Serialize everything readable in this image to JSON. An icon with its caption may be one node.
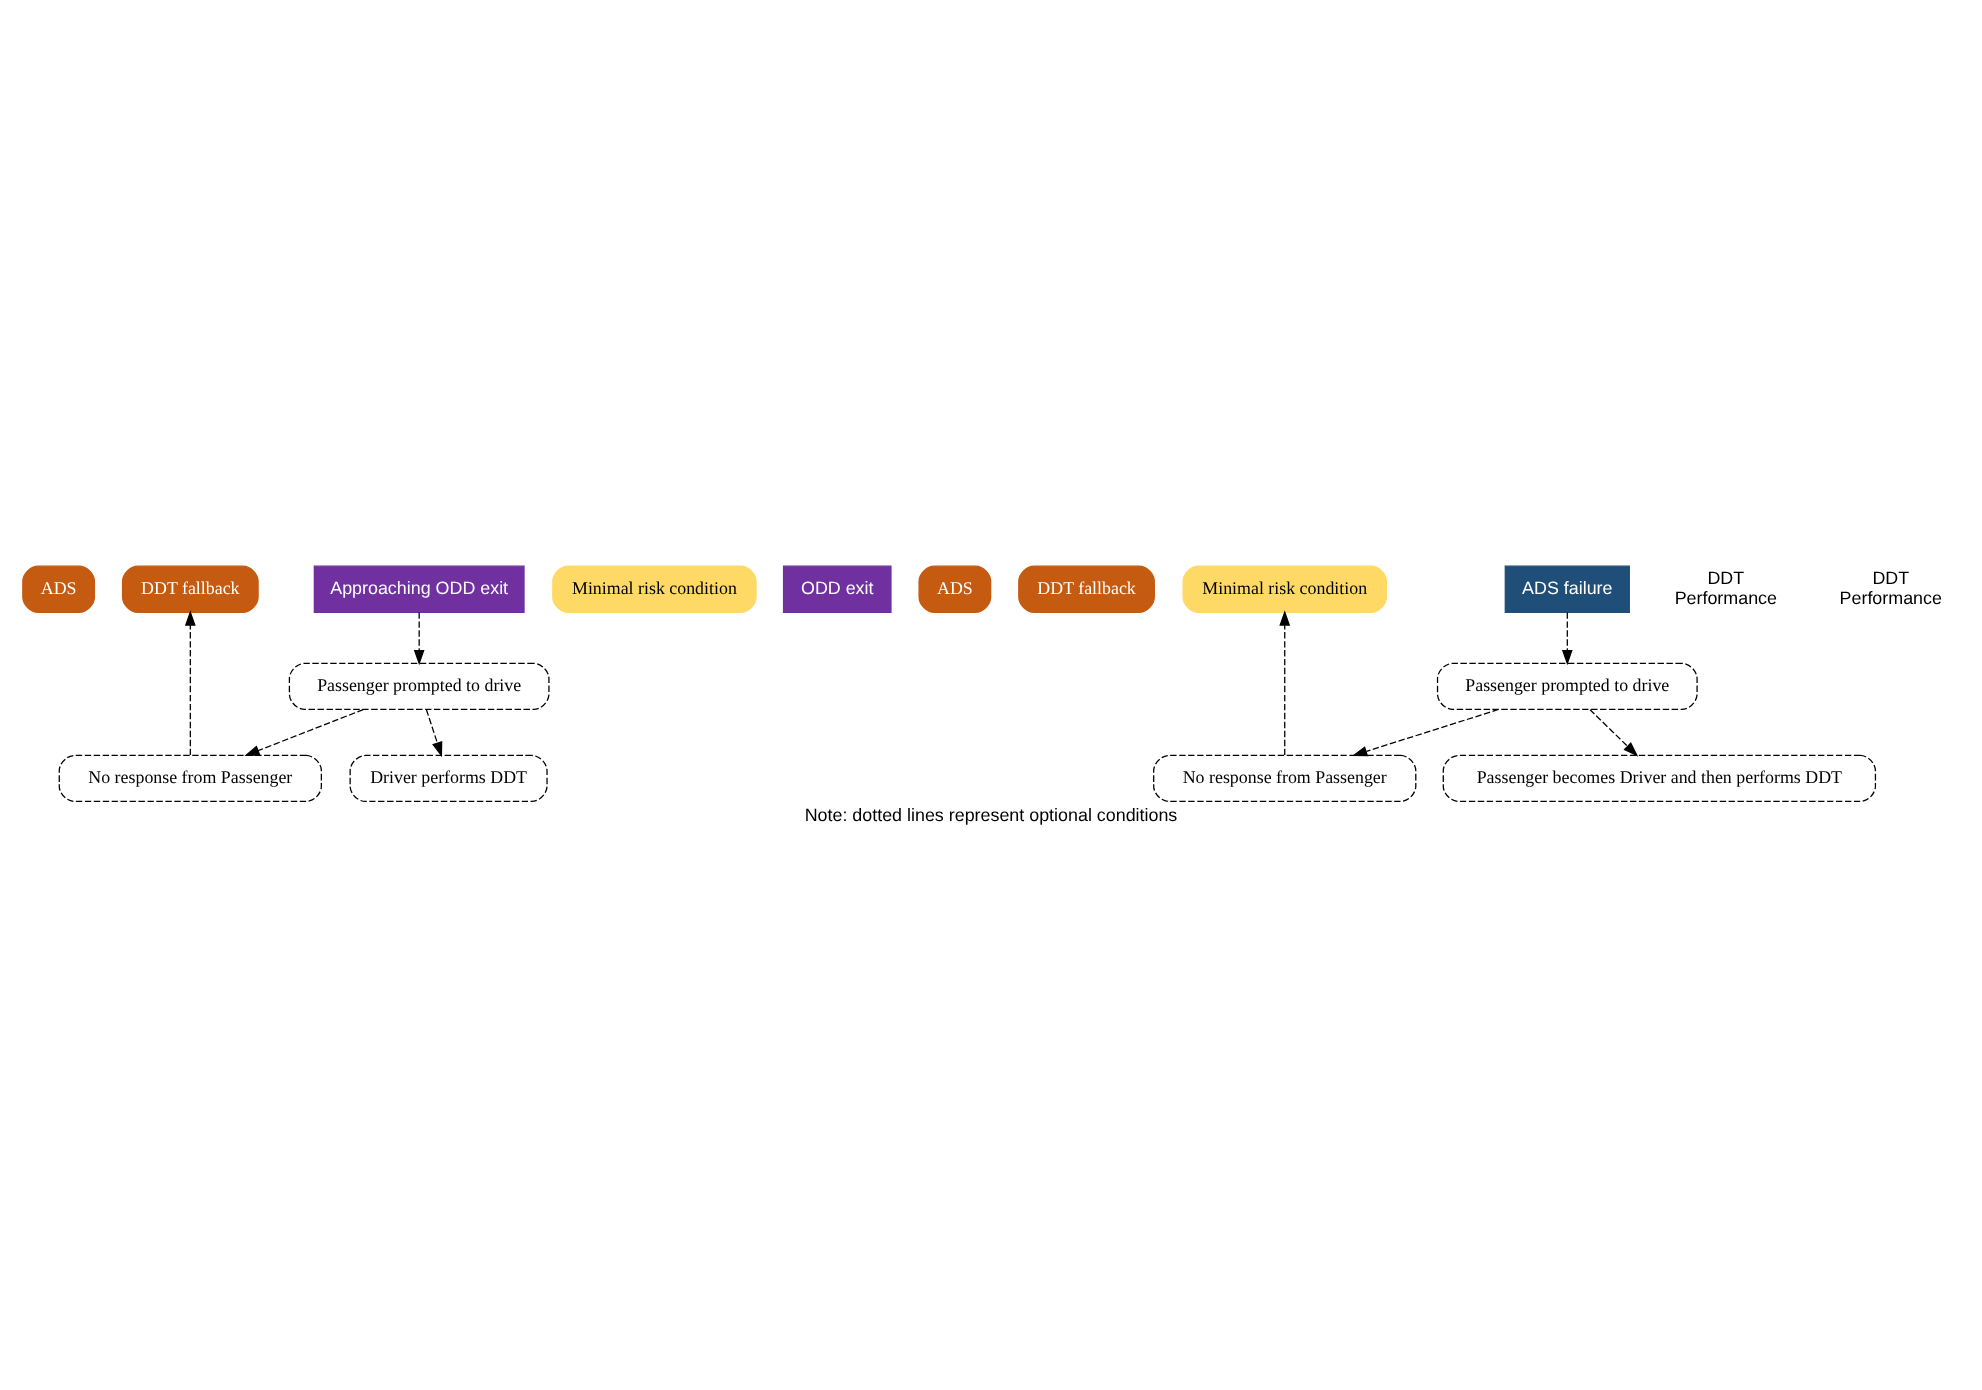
{
  "diagram": {
    "caption": "Note: dotted lines represent optional conditions",
    "nodes": [
      {
        "text": [
          "ADS"
        ]
      },
      {
        "text": [
          "DDT fallback"
        ]
      },
      {
        "text": [
          "Minimal risk condition"
        ]
      },
      {
        "text": [
          "Approaching ODD exit"
        ]
      },
      {
        "text": [
          "Passenger prompted to drive"
        ]
      },
      {
        "text": [
          "No response from Passenger"
        ]
      },
      {
        "text": [
          "Driver performs DDT"
        ]
      },
      {
        "text": [
          "ODD exit"
        ]
      },
      {
        "text": [
          "ADS"
        ]
      },
      {
        "text": [
          "DDT fallback"
        ]
      },
      {
        "text": [
          "Minimal risk condition"
        ]
      },
      {
        "text": [
          "ADS failure"
        ]
      },
      {
        "text": [
          "Passenger prompted to drive"
        ]
      },
      {
        "text": [
          "No response from Passenger"
        ]
      },
      {
        "text": [
          "Passenger becomes Driver and then performs DDT"
        ]
      }
    ],
    "edges": [
      {
        "from": 3,
        "to": 4,
        "arrow": "to",
        "style": "dashed"
      },
      {
        "from": 4,
        "to": 5,
        "arrow": "to",
        "style": "dashed"
      },
      {
        "from": 4,
        "to": 6,
        "arrow": "to",
        "style": "dashed"
      },
      {
        "from": 5,
        "to": 1,
        "arrow": "to",
        "style": "dashed"
      },
      {
        "from": 11,
        "to": 12,
        "arrow": "to",
        "style": "dashed"
      },
      {
        "from": 12,
        "to": 13,
        "arrow": "to",
        "style": "dashed"
      },
      {
        "from": 12,
        "to": 14,
        "arrow": "to",
        "style": "dashed"
      },
      {
        "from": 13,
        "to": 10,
        "arrow": "to",
        "style": "dashed"
      }
    ],
    "labels": [
      "DDT Performance",
      "DDT Performance"
    ]
  }
}
